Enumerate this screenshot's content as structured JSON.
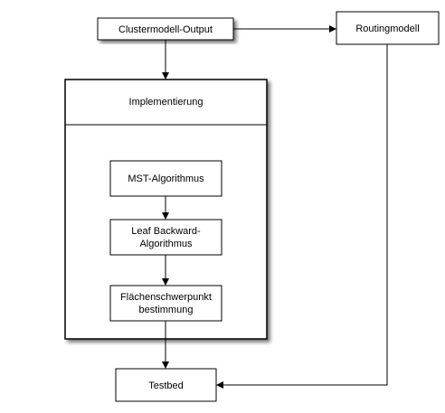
{
  "diagram": {
    "nodes": {
      "clustermodell_output": {
        "label": "Clustermodell-Output"
      },
      "routingmodell": {
        "label": "Routingmodell"
      },
      "implementierung": {
        "label": "Implementierung"
      },
      "mst_algorithmus": {
        "label": "MST-Algorithmus"
      },
      "leaf_backward": {
        "label_line1": "Leaf Backward-",
        "label_line2": "Algorithmus"
      },
      "flaechenschwerpunkt": {
        "label_line1": "Flächenschwerpunkt",
        "label_line2": "bestimmung"
      },
      "testbed": {
        "label": "Testbed"
      }
    },
    "edges": [
      {
        "from": "Clustermodell-Output",
        "to": "Routingmodell"
      },
      {
        "from": "Clustermodell-Output",
        "to": "Implementierung"
      },
      {
        "from": "MST-Algorithmus",
        "to": "Leaf Backward-Algorithmus"
      },
      {
        "from": "Leaf Backward-Algorithmus",
        "to": "Flächenschwerpunktbestimmung"
      },
      {
        "from": "Flächenschwerpunktbestimmung",
        "to": "Testbed"
      },
      {
        "from": "Routingmodell",
        "to": "Testbed"
      }
    ]
  }
}
